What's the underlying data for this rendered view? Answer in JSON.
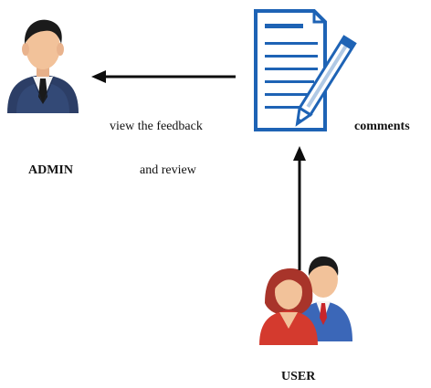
{
  "diagram": {
    "labels": {
      "feedback_line1": "view the feedback",
      "feedback_line2": "and review",
      "comments": "comments",
      "admin": "ADMIN",
      "user": "USER"
    },
    "icons": {
      "admin": "admin-person-icon",
      "document": "document-pen-icon",
      "users": "users-pair-icon"
    },
    "colors": {
      "arrow": "#0d0d0d",
      "doc_blue": "#1e63b5",
      "suit_dark": "#2c3e66",
      "hair_red": "#a8342a",
      "shirt_red": "#d43a2e",
      "suit_blue": "#3b67b8",
      "skin": "#f2c29a"
    }
  }
}
